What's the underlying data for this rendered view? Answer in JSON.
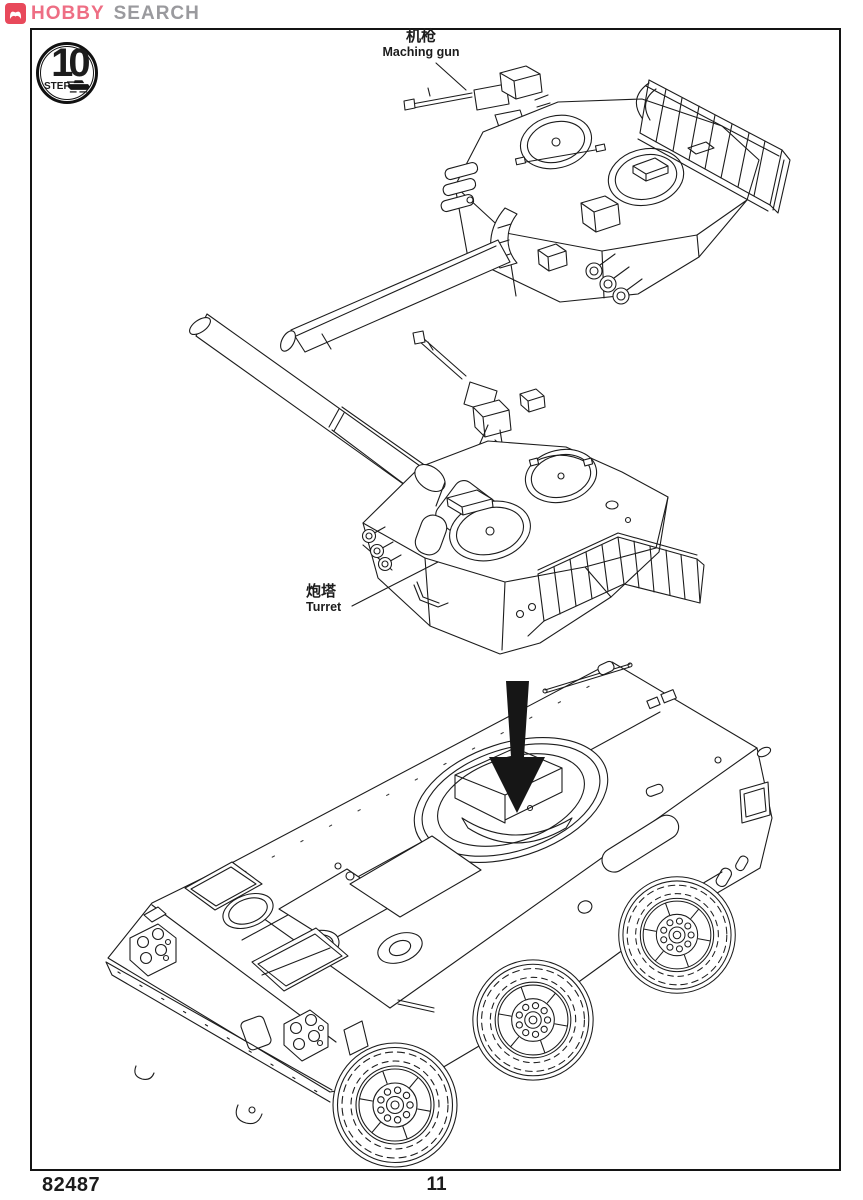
{
  "watermark": {
    "brand_primary": "HOBBY",
    "brand_secondary": "SEARCH"
  },
  "colors": {
    "brand_icon_background": "#e8495b",
    "brand_primary_text": "#ee6e84",
    "brand_secondary_text": "#9a9a9e",
    "ink": "#1c1c1c",
    "paper": "#ffffff"
  },
  "step_badge": {
    "step_label": "STEP",
    "step_number": "10"
  },
  "callouts": {
    "machine_gun": {
      "label_zh": "机枪",
      "label_en": "Maching gun"
    },
    "turret": {
      "label_zh": "炮塔",
      "label_en": "Turret"
    }
  },
  "footer": {
    "kit_number": "82487",
    "page_number": "11"
  },
  "icons": {
    "brand": "hobby-search-flame-icon",
    "badge": "tank-silhouette-icon",
    "assembly": "down-arrow-icon"
  }
}
